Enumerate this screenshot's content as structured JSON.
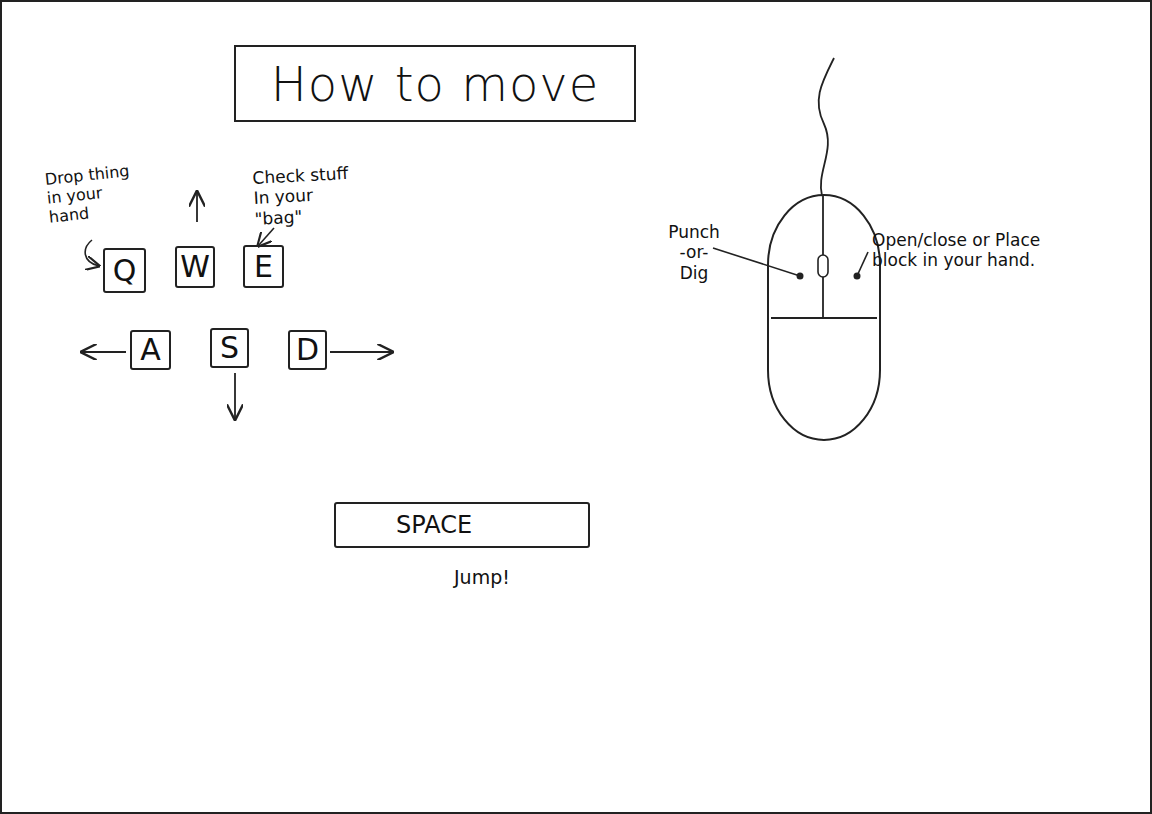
{
  "diagram": {
    "title": "How to move",
    "nodes": [
      {
        "text": [
          "Q"
        ]
      },
      {
        "text": [
          "W"
        ]
      },
      {
        "text": [
          "E"
        ]
      },
      {
        "text": [
          "A"
        ]
      },
      {
        "text": [
          "S"
        ]
      },
      {
        "text": [
          "D"
        ]
      },
      {
        "text": [
          "SPACE"
        ]
      }
    ],
    "labels": [
      "Drop thing in your hand",
      "Check stuff In your \"bag\"",
      "Jump!",
      "Punch -or- Dig",
      "Open/close or Place block in your hand."
    ]
  }
}
